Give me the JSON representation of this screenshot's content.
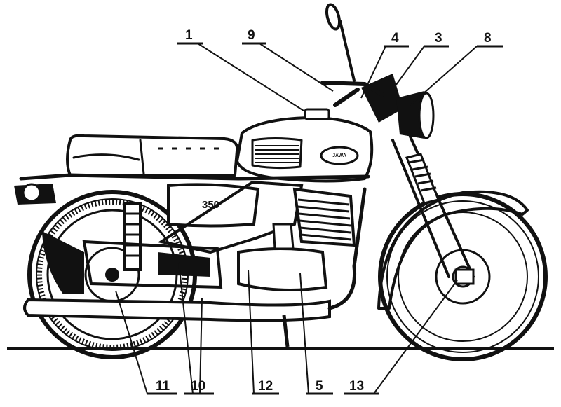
{
  "tank_badge": "JAWA",
  "side_cover_text": "350",
  "callouts": [
    {
      "id": "1",
      "label": "1"
    },
    {
      "id": "9",
      "label": "9"
    },
    {
      "id": "4",
      "label": "4"
    },
    {
      "id": "3",
      "label": "3"
    },
    {
      "id": "8",
      "label": "8"
    },
    {
      "id": "11",
      "label": "11"
    },
    {
      "id": "10",
      "label": "10"
    },
    {
      "id": "12",
      "label": "12"
    },
    {
      "id": "5",
      "label": "5"
    },
    {
      "id": "13",
      "label": "13"
    }
  ]
}
